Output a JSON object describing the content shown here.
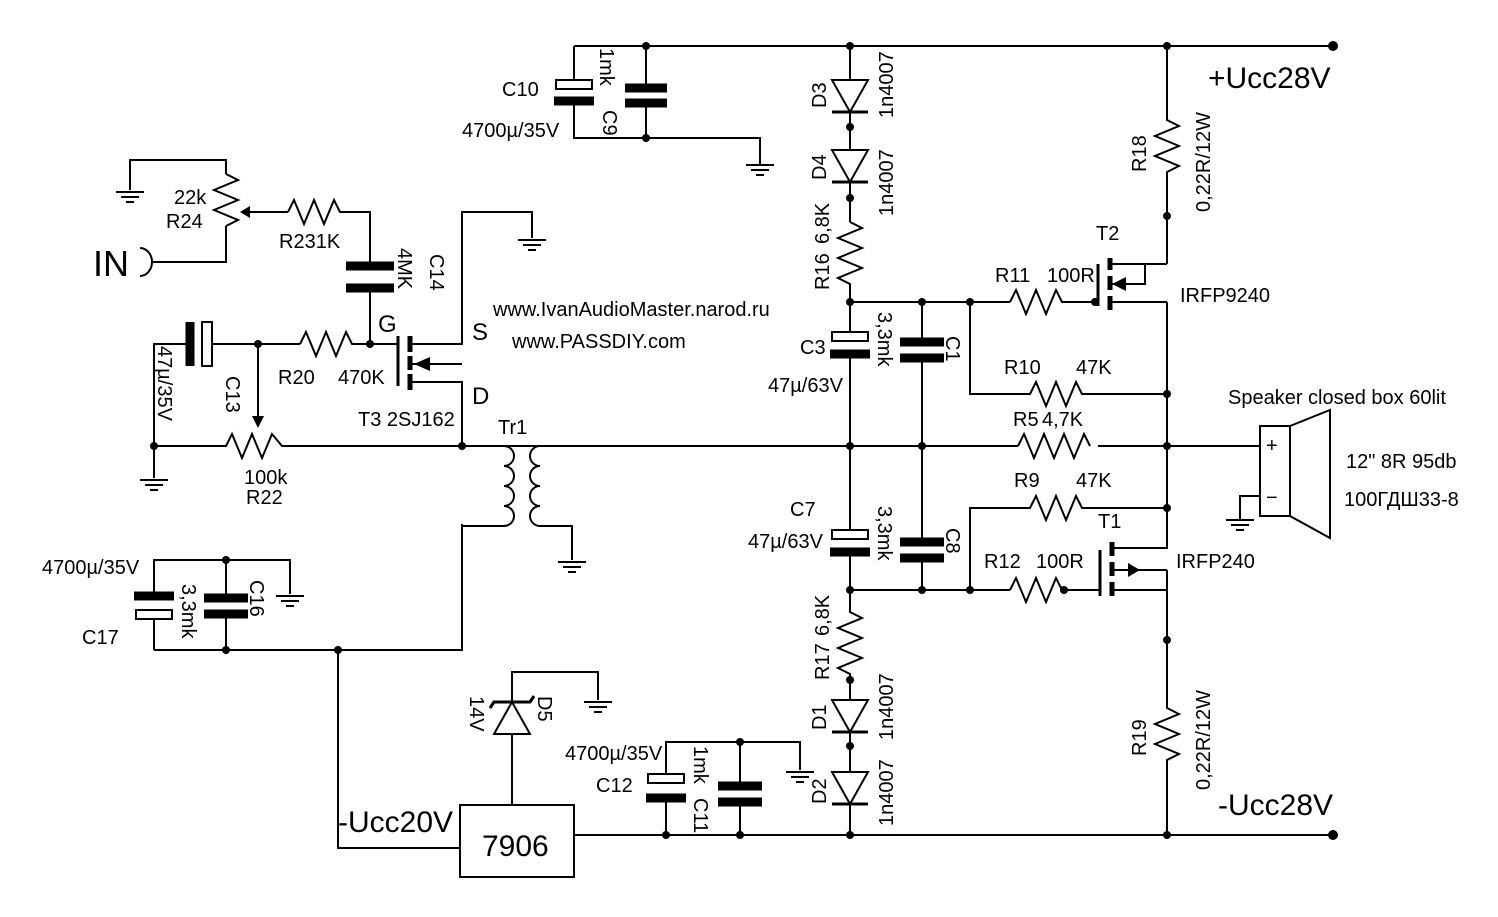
{
  "supply": {
    "positive": "+Ucc28V",
    "negative": "-Ucc28V",
    "aux": "-Ucc20V",
    "regulator": "7906"
  },
  "urls": [
    "www.IvanAudioMaster.narod.ru",
    "www.PASSDIY.com"
  ],
  "input": {
    "label": "IN"
  },
  "speaker": {
    "title": "Speaker closed box 60lit",
    "spec1": "12\" 8R 95db",
    "spec2": "100ГДШ33-8",
    "plus": "+",
    "minus": "−"
  },
  "transformer": "Tr1",
  "jfet": {
    "name": "T3 2SJ162",
    "g": "G",
    "s": "S",
    "d": "D"
  },
  "mosfets": {
    "t2": "T2",
    "t2_part": "IRFP9240",
    "t1": "T1",
    "t1_part": "IRFP240"
  },
  "components": {
    "c10": "C10",
    "c10_val": "4700µ/35V",
    "c9": "C9",
    "c9_val": "1mk",
    "d3": "D3",
    "d3_val": "1n4007",
    "d4": "D4",
    "d4_val": "1n4007",
    "r16": "R16",
    "r16_val": "6,8K",
    "c3": "C3",
    "c3_val": "47µ/63V",
    "c1": "C1",
    "c1_val": "3,3mk",
    "c7": "C7",
    "c7_val": "47µ/63V",
    "c8": "C8",
    "c8_val": "3,3mk",
    "r17": "R17",
    "r17_val": "6,8K",
    "d1": "D1",
    "d1_val": "1n4007",
    "d2": "D2",
    "d2_val": "1n4007",
    "r18": "R18",
    "r18_val": "0,22R/12W",
    "r19": "R19",
    "r19_val": "0,22R/12W",
    "r11": "R11",
    "r11_val": "100R",
    "r10": "R10",
    "r10_val": "47K",
    "r5": "R5",
    "r5_val": "4,7K",
    "r9": "R9",
    "r9_val": "47K",
    "r12": "R12",
    "r12_val": "100R",
    "r24": "R24",
    "r24_val": "22k",
    "r23": "R231K",
    "c14": "C14",
    "c14_val": "4MK",
    "c13": "C13",
    "c13_val": "47µ/35V",
    "r20": "R20",
    "r20_val": "470K",
    "r22": "R22",
    "r22_val": "100k",
    "c17": "C17",
    "c17_val": "4700µ/35V",
    "c16": "C16",
    "c16_val": "3,3mk",
    "d5": "D5",
    "d5_val": "14V",
    "c12": "C12",
    "c12_val": "4700µ/35V",
    "c11": "C11",
    "c11_val": "1mk"
  }
}
